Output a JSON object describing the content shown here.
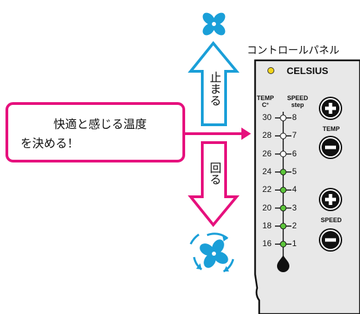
{
  "panel_title": "コントロールパネル",
  "callout": {
    "line1": "快適と感じる温度",
    "line2": "を決める！"
  },
  "stop_label": "止まる",
  "run_label": "回る",
  "panel": {
    "unit": "CELSIUS",
    "temp_header": [
      "TEMP",
      "C°"
    ],
    "speed_header": [
      "SPEED",
      "step"
    ],
    "temp_ticks": [
      "30",
      "28",
      "26",
      "24",
      "22",
      "20",
      "18",
      "16"
    ],
    "speed_ticks": [
      "8",
      "7",
      "6",
      "5",
      "4",
      "3",
      "2",
      "1"
    ],
    "temp_button_label": "TEMP",
    "speed_button_label": "SPEED",
    "lit_steps": [
      5,
      4,
      3,
      2,
      1
    ]
  },
  "colors": {
    "arrow_blue": "#1a9fd8",
    "callout_magenta": "#e6107d",
    "indicator_yellow": "#f3d51a",
    "led_green": "#5cc63a",
    "panel_gray": "#e8e8e8"
  },
  "icons": [
    "fan-icon",
    "spinning-fan-icon",
    "plus-button",
    "minus-button",
    "thermometer-bulb"
  ]
}
